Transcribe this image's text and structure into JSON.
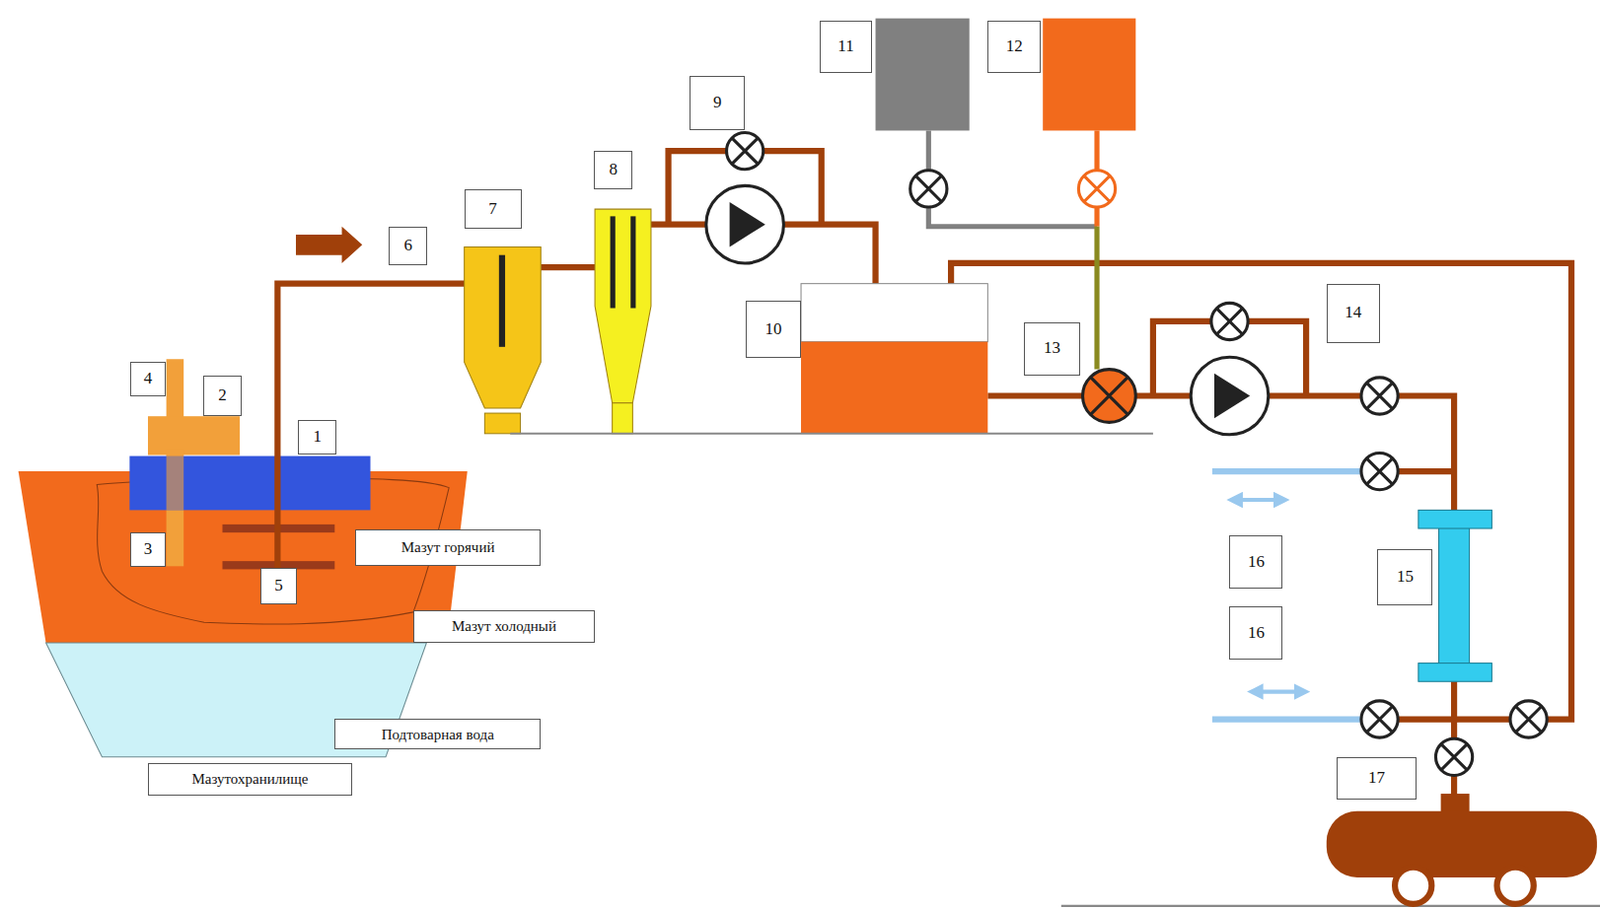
{
  "diagram": {
    "nodes": [
      {
        "text": [
          "11"
        ]
      },
      {
        "text": [
          "12"
        ]
      },
      {
        "text": [
          "9"
        ]
      },
      {
        "text": [
          "8"
        ]
      },
      {
        "text": [
          "7"
        ]
      },
      {
        "text": [
          "6"
        ]
      },
      {
        "text": [
          "14"
        ]
      },
      {
        "text": [
          "4"
        ]
      },
      {
        "text": [
          "2"
        ]
      },
      {
        "text": [
          "10"
        ]
      },
      {
        "text": [
          "13"
        ]
      },
      {
        "text": [
          "1"
        ]
      },
      {
        "text": [
          "3"
        ]
      },
      {
        "text": [
          "Мазут горячий"
        ]
      },
      {
        "text": [
          "5"
        ]
      },
      {
        "text": [
          "16"
        ]
      },
      {
        "text": [
          "15"
        ]
      },
      {
        "text": [
          "16"
        ]
      },
      {
        "text": [
          "Мазут холодный"
        ]
      },
      {
        "text": [
          "Подтоварная вода"
        ]
      },
      {
        "text": [
          "17"
        ]
      },
      {
        "text": [
          "Мазутохранилище"
        ]
      }
    ]
  }
}
